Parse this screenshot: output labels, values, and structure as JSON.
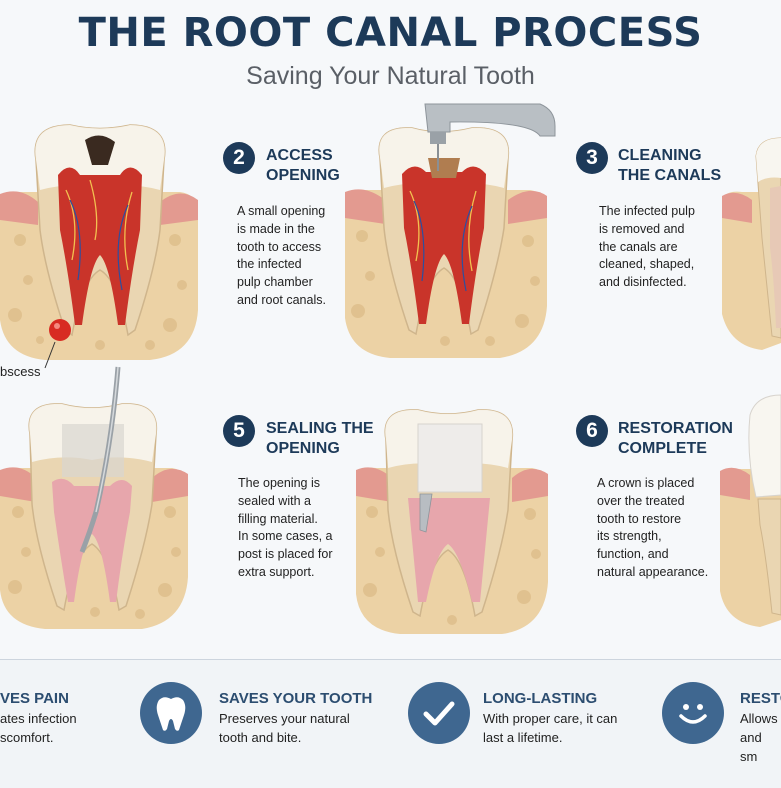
{
  "header": {
    "title": "THE ROOT CANAL PROCESS",
    "subtitle": "Saving Your Natural Tooth"
  },
  "steps": [
    {
      "number": "2",
      "title": "ACCESS\nOPENING",
      "description": "A small opening\nis made in the\ntooth to access\nthe infected\npulp chamber\nand root canals."
    },
    {
      "number": "3",
      "title": "CLEANING\nTHE CANALS",
      "description": "The infected pulp\nis removed and\nthe canals are\ncleaned, shaped,\nand disinfected."
    },
    {
      "number": "5",
      "title": "SEALING THE\nOPENING",
      "description": "The opening is\nsealed with a\nfilling material.\nIn some cases, a\npost is placed for\nextra support."
    },
    {
      "number": "6",
      "title": "RESTORATION\nCOMPLETE",
      "description": "A crown is placed\nover the treated\ntooth to restore\nits strength,\nfunction, and\nnatural appearance."
    }
  ],
  "callouts": {
    "abscess": "bscess"
  },
  "benefits": [
    {
      "title": "VES PAIN",
      "description": "ates infection\nscomfort.",
      "icon": "relief-icon"
    },
    {
      "title": "SAVES YOUR TOOTH",
      "description": "Preserves your natural\ntooth and bite.",
      "icon": "tooth-icon"
    },
    {
      "title": "LONG-LASTING",
      "description": "With proper care, it can\nlast a lifetime.",
      "icon": "checkmark-icon"
    },
    {
      "title": "RESTO",
      "description": "Allows\nand sm",
      "icon": "smile-icon"
    }
  ],
  "colors": {
    "navy": "#1d3a59",
    "bone": "#ecd2a5",
    "gum": "#e39a90",
    "dentin": "#ead6b2",
    "enamel": "#f8f6f0",
    "pulp": "#c9342a",
    "filling": "#e7a6ac",
    "icon_circle": "#3f6790"
  }
}
